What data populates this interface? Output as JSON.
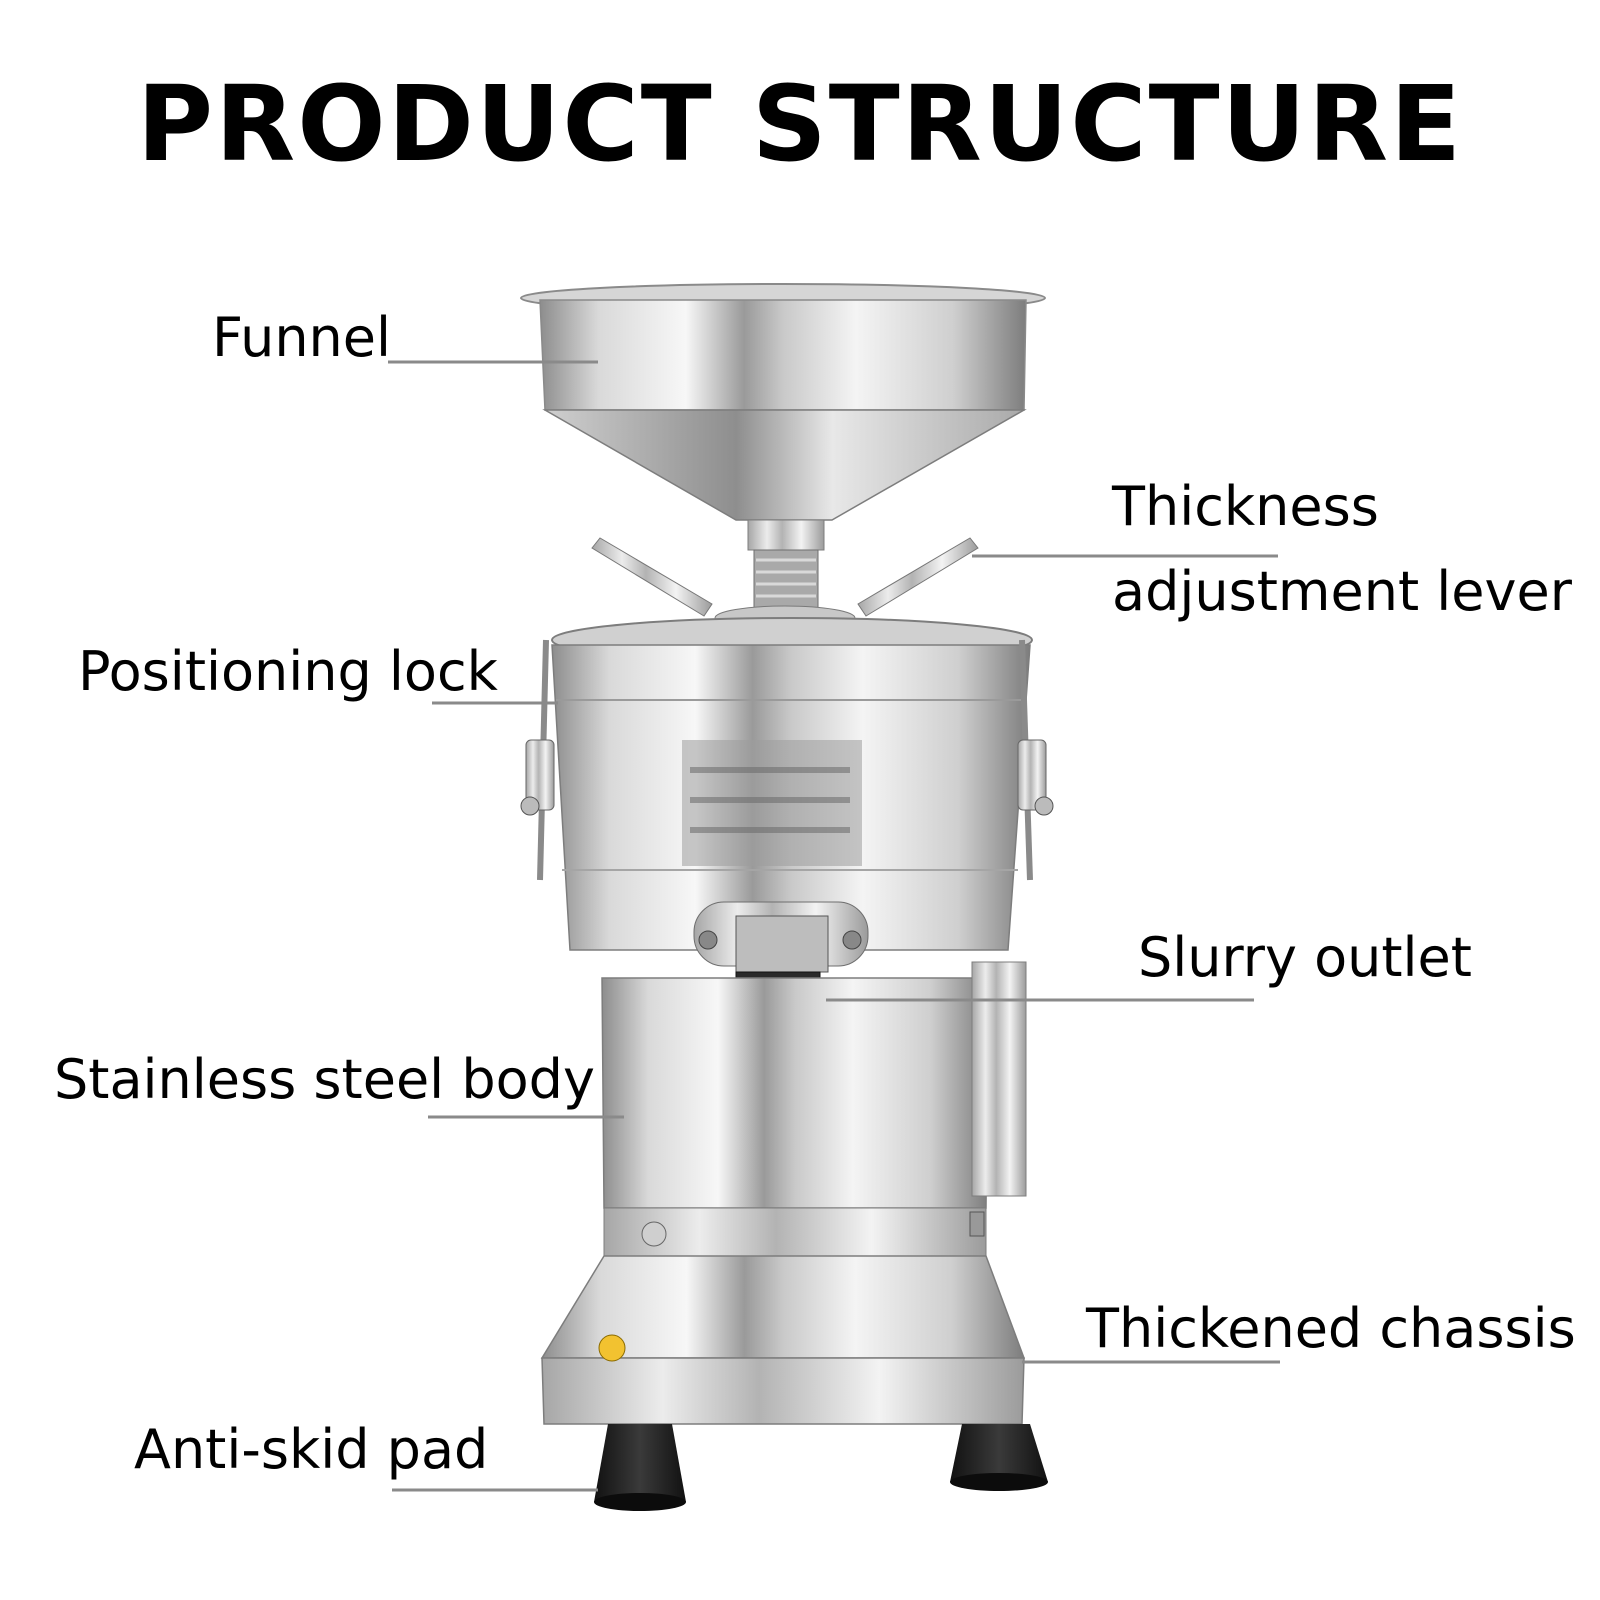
{
  "title": "PRODUCT STRUCTURE",
  "labels": {
    "funnel": "Funnel",
    "thickness_line1": "Thickness",
    "thickness_line2": "adjustment lever",
    "positioning_lock": "Positioning lock",
    "slurry_outlet": "Slurry outlet",
    "stainless_body": "Stainless steel body",
    "thickened_chassis": "Thickened chassis",
    "anti_skid_pad": "Anti-skid pad"
  },
  "colors": {
    "steel_light": "#f2f2f2",
    "steel_mid": "#b8b8b8",
    "steel_dark": "#6e6e6e",
    "rubber": "#1e1e1e",
    "leader_line": "#8a8a8a"
  }
}
